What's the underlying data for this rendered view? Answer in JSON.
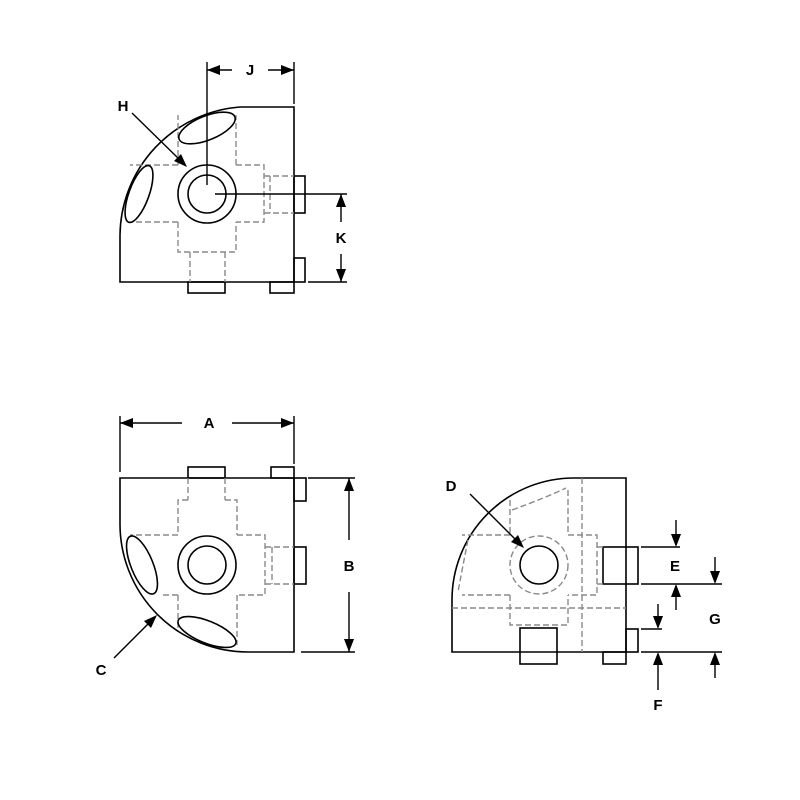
{
  "drawing": {
    "title": "90-degree corner fitting technical drawing",
    "colors": {
      "line": "#000000",
      "hidden_line": "#8a8a8a",
      "background": "#ffffff"
    },
    "views": [
      {
        "id": "top-view",
        "description": "top-left view with radius corner, bore and side sockets"
      },
      {
        "id": "front-view",
        "description": "bottom-left view with overall dimensions A and B"
      },
      {
        "id": "side-view",
        "description": "bottom-right view with hole D and offsets E, F, G"
      }
    ],
    "dimension_labels": {
      "A": "A",
      "B": "B",
      "C": "C",
      "D": "D",
      "E": "E",
      "F": "F",
      "G": "G",
      "H": "H",
      "J": "J",
      "K": "K"
    }
  }
}
